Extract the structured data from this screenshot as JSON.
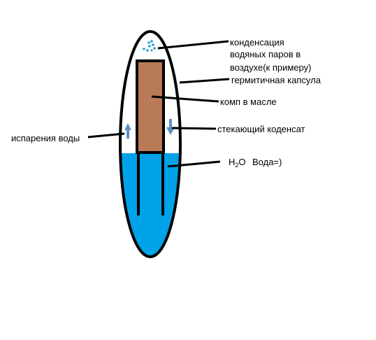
{
  "labels": {
    "condensation_line1": "конденсация",
    "condensation_line2": "водяных паров в",
    "condensation_line3": "воздухе(к примеру)",
    "capsule": "гермитичная капсула",
    "computer": "комп в масле",
    "evaporation": "испарения воды",
    "condensate": "стекающий коденсат",
    "water_formula_h": "H",
    "water_formula_sub": "2",
    "water_formula_o": "O",
    "water_word": "Вода=)"
  },
  "colors": {
    "water": "#00a2e8",
    "computer": "#b97a57",
    "outline": "#000000",
    "arrow": "#5b8fc7",
    "drops": "#2a9fd6"
  },
  "icons": {
    "evaporation_arrow": "up-arrow-icon",
    "condensate_arrow": "down-arrow-icon",
    "droplets": "water-droplets-icon"
  }
}
